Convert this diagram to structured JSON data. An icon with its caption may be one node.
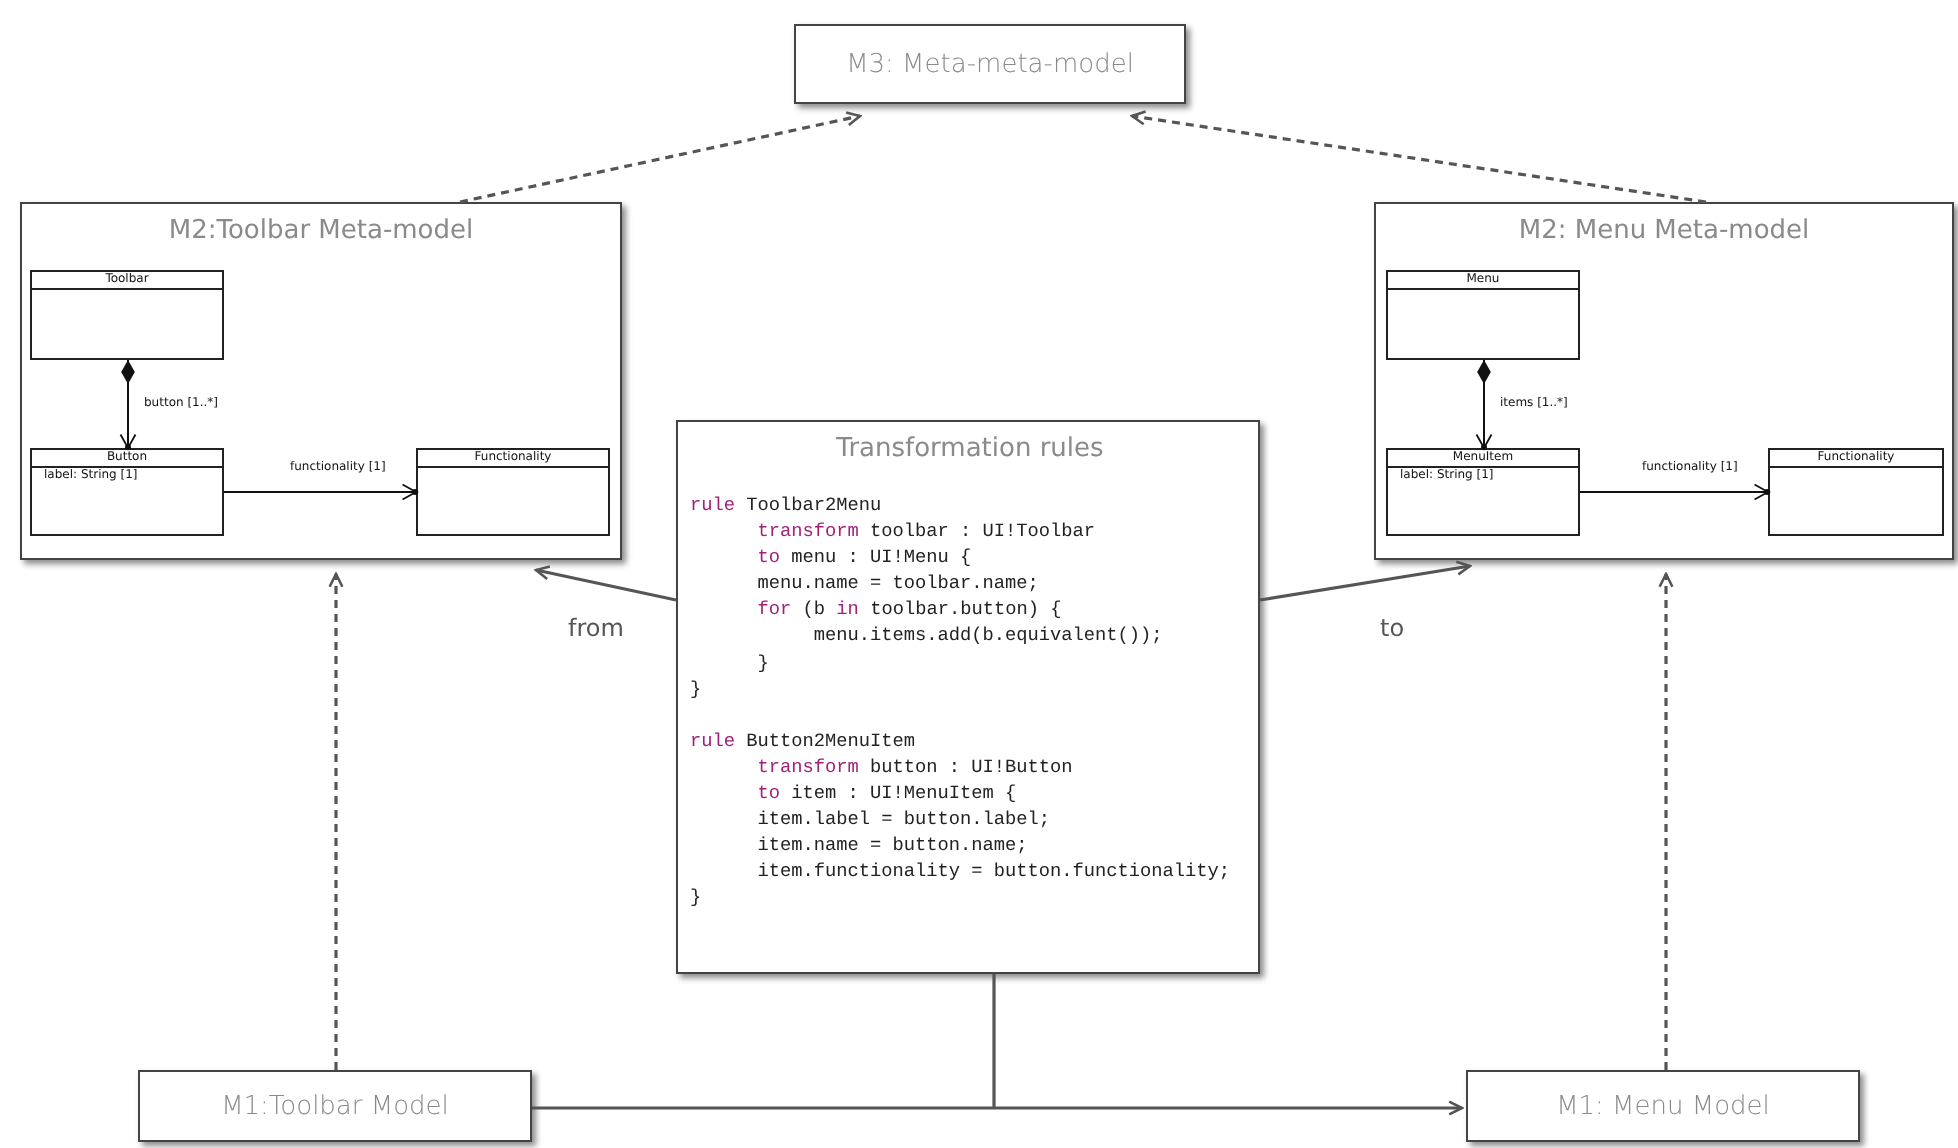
{
  "diagram": {
    "nodes": [
      {
        "text": [
          "M3: Meta-meta-model"
        ]
      },
      {
        "text": [
          "M2:Toolbar Meta-model"
        ]
      },
      {
        "text": [
          "Toolbar"
        ],
        "in": 1
      },
      {
        "text": [
          "Button",
          "label: String [1]"
        ],
        "in": 1
      },
      {
        "text": [
          "Functionality"
        ],
        "in": 1
      },
      {
        "text": [
          "M2: Menu Meta-model"
        ]
      },
      {
        "text": [
          "Menu"
        ],
        "in": 5
      },
      {
        "text": [
          "MenuItem",
          "label: String [1]"
        ],
        "in": 5
      },
      {
        "text": [
          "Functionality"
        ],
        "in": 5
      },
      {
        "text": [
          "Transformation rules",
          "*rule* Toolbar2Menu",
          "      *transform* toolbar : UI!Toolbar",
          "      *to* menu : UI!Menu {",
          "      menu.name = toolbar.name;",
          "      *for* (b *in* toolbar.button) {",
          "           menu.items.add(b.equivalent());",
          "      }",
          "}",
          "*rule* Button2MenuItem",
          "      *transform* button : UI!Button",
          "      *to* item : UI!MenuItem {",
          "      item.label = button.label;",
          "      item.name = button.name;",
          "      item.functionality = button.functionality;",
          "}"
        ]
      },
      {
        "text": [
          "M1:Toolbar Model"
        ]
      },
      {
        "text": [
          "M1: Menu Model"
        ]
      }
    ],
    "edges": [
      {
        "from": 1,
        "to": 0,
        "arrow": "to",
        "style": "dashed"
      },
      {
        "from": 5,
        "to": 0,
        "arrow": "to",
        "style": "dashed"
      },
      {
        "from": 2,
        "to": 3,
        "arrow": "to",
        "label": "button [1..*]"
      },
      {
        "from": 3,
        "to": 4,
        "arrow": "to",
        "label": "functionality [1]"
      },
      {
        "from": 6,
        "to": 7,
        "arrow": "to",
        "label": "items [1..*]"
      },
      {
        "from": 7,
        "to": 8,
        "arrow": "to",
        "label": "functionality [1]"
      },
      {
        "from": 9,
        "to": 1,
        "arrow": "to",
        "label": "from"
      },
      {
        "from": 9,
        "to": 5,
        "arrow": "to",
        "label": "to"
      },
      {
        "from": 10,
        "to": 1,
        "arrow": "to",
        "style": "dashed"
      },
      {
        "from": 11,
        "to": 5,
        "arrow": "to",
        "style": "dashed"
      },
      {
        "from": 10,
        "to": 11,
        "arrow": "to"
      },
      {
        "from": 9,
        "to": null,
        "arrow": "none"
      }
    ]
  }
}
